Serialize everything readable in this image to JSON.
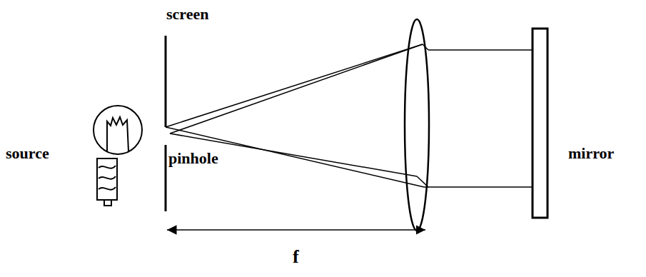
{
  "diagram": {
    "labels": [
      "screen",
      "source",
      "pinhole",
      "mirror",
      "f"
    ]
  }
}
